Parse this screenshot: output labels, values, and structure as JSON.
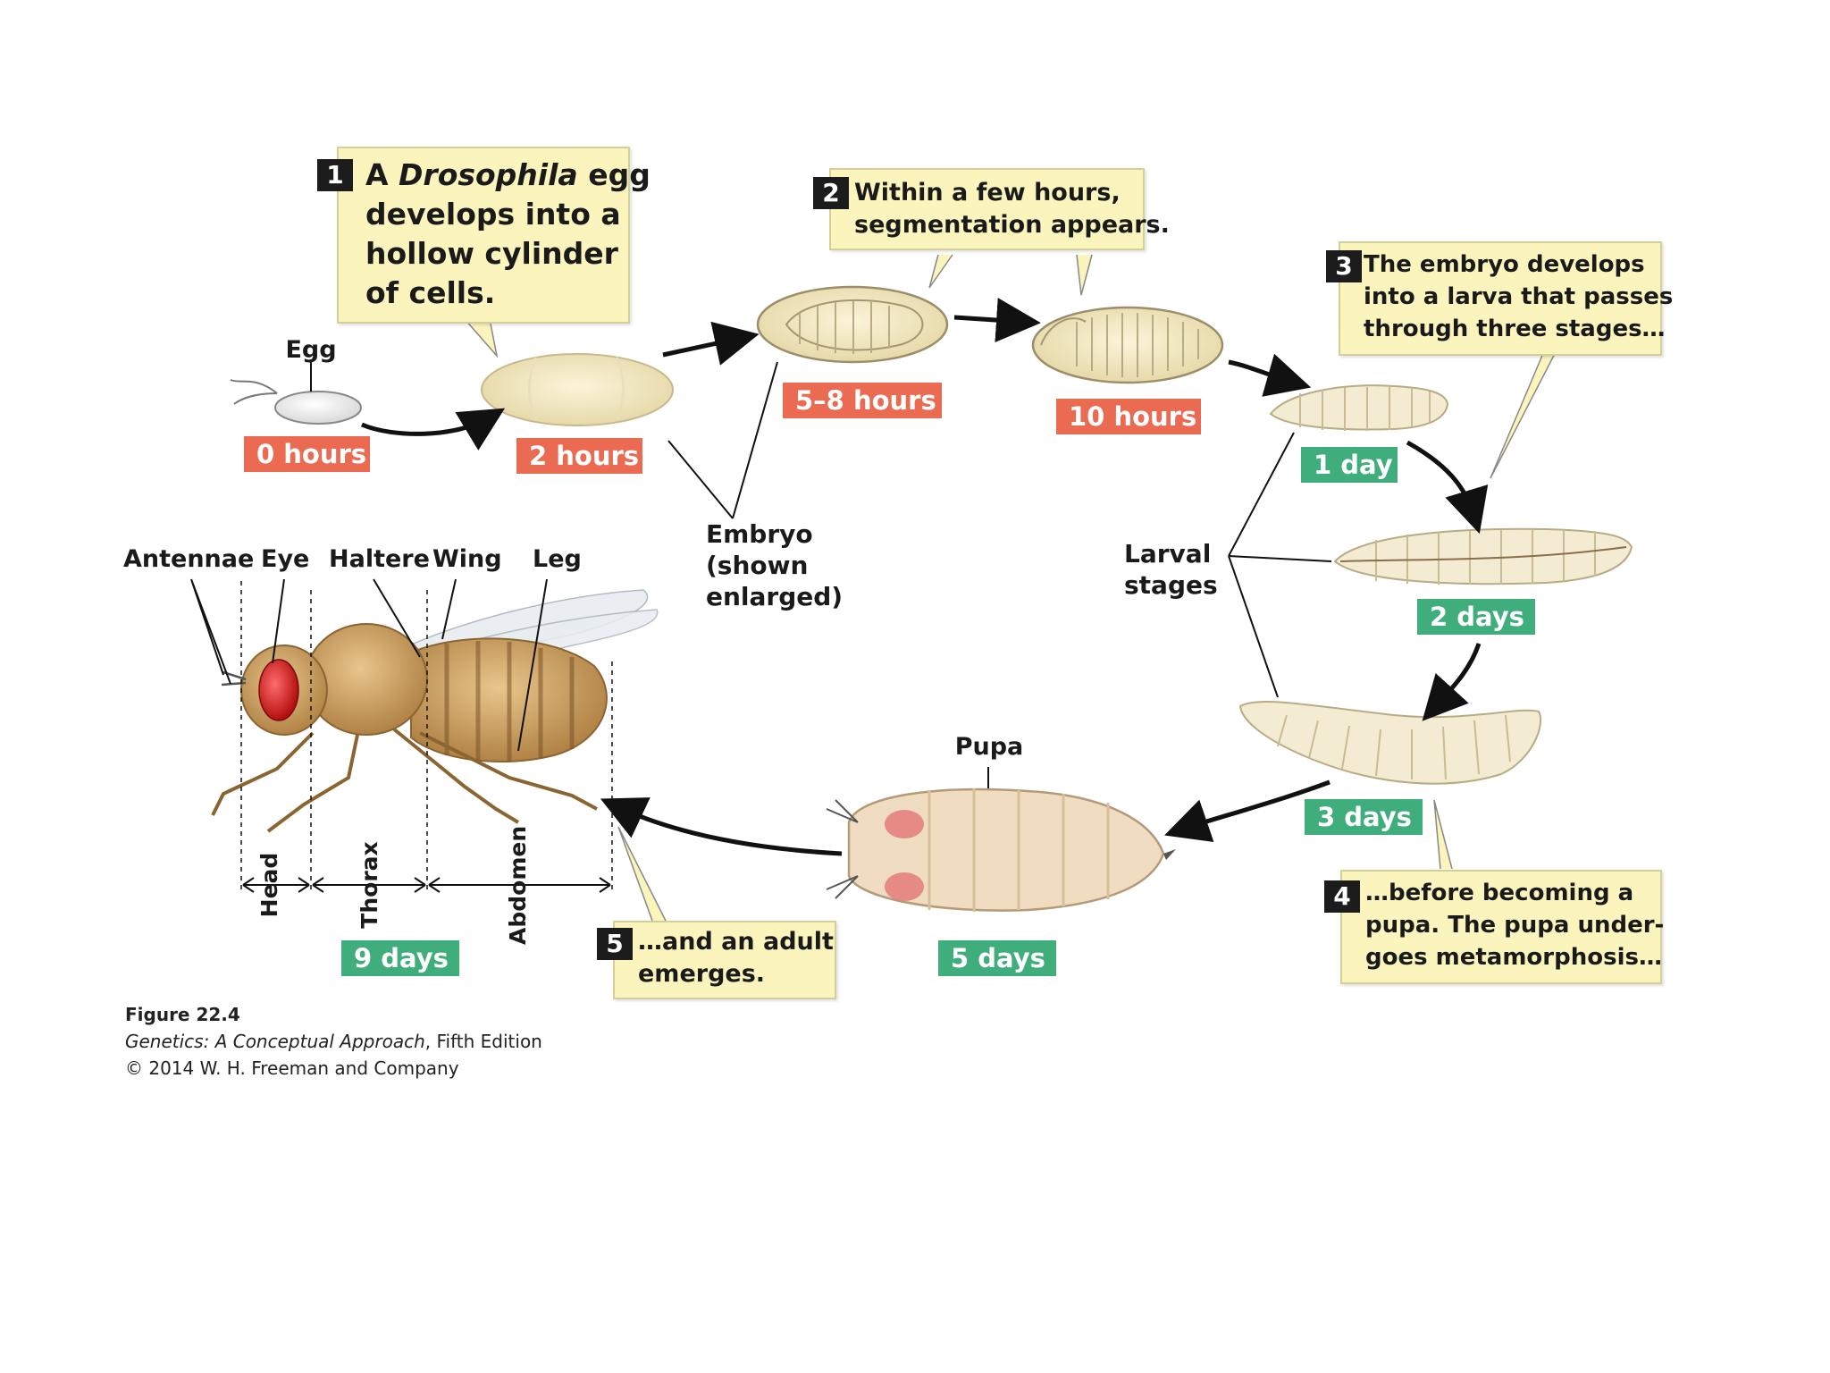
{
  "callouts": {
    "c1": {
      "number": "1",
      "line1_pre": "A ",
      "line1_italic": "Drosophila",
      "line1_post": " egg",
      "line2": "develops into a",
      "line3": "hollow cylinder",
      "line4": "of cells."
    },
    "c2": {
      "number": "2",
      "line1": "Within a few hours,",
      "line2": "segmentation appears."
    },
    "c3": {
      "number": "3",
      "line1": "The embryo develops",
      "line2": "into a larva that passes",
      "line3": "through three stages…"
    },
    "c4": {
      "number": "4",
      "line1": "…before becoming a",
      "line2": "pupa. The pupa under-",
      "line3": "goes metamorphosis…"
    },
    "c5": {
      "number": "5",
      "line1": "…and an adult",
      "line2": "emerges."
    }
  },
  "time_tags": {
    "egg": "0 hours",
    "cylinder": "2 hours",
    "embryo_segmenting": "5–8 hours",
    "embryo_late": "10 hours",
    "larva1": "1 day",
    "larva2": "2 days",
    "larva3": "3 days",
    "pupa": "5 days",
    "adult": "9 days"
  },
  "labels": {
    "egg": "Egg",
    "embryo_line1": "Embryo",
    "embryo_line2": "(shown",
    "embryo_line3": "enlarged)",
    "larval_line1": "Larval",
    "larval_line2": "stages",
    "pupa": "Pupa",
    "antennae": "Antennae",
    "eye": "Eye",
    "haltere": "Haltere",
    "wing": "Wing",
    "leg": "Leg",
    "head": "Head",
    "thorax": "Thorax",
    "abdomen": "Abdomen"
  },
  "credit": {
    "figure": "Figure 22.4",
    "book_title": "Genetics: A Conceptual Approach",
    "edition": ", Fifth Edition",
    "copyright": "© 2014 W. H. Freeman and Company"
  },
  "colors": {
    "red_tag": "#ea6a52",
    "green_tag": "#3fae7c",
    "callout_fill": "#fbf5bd",
    "fly_body": "#c99a55",
    "fly_eye": "#d41f1f",
    "larva_fill": "#f3ecd2"
  }
}
